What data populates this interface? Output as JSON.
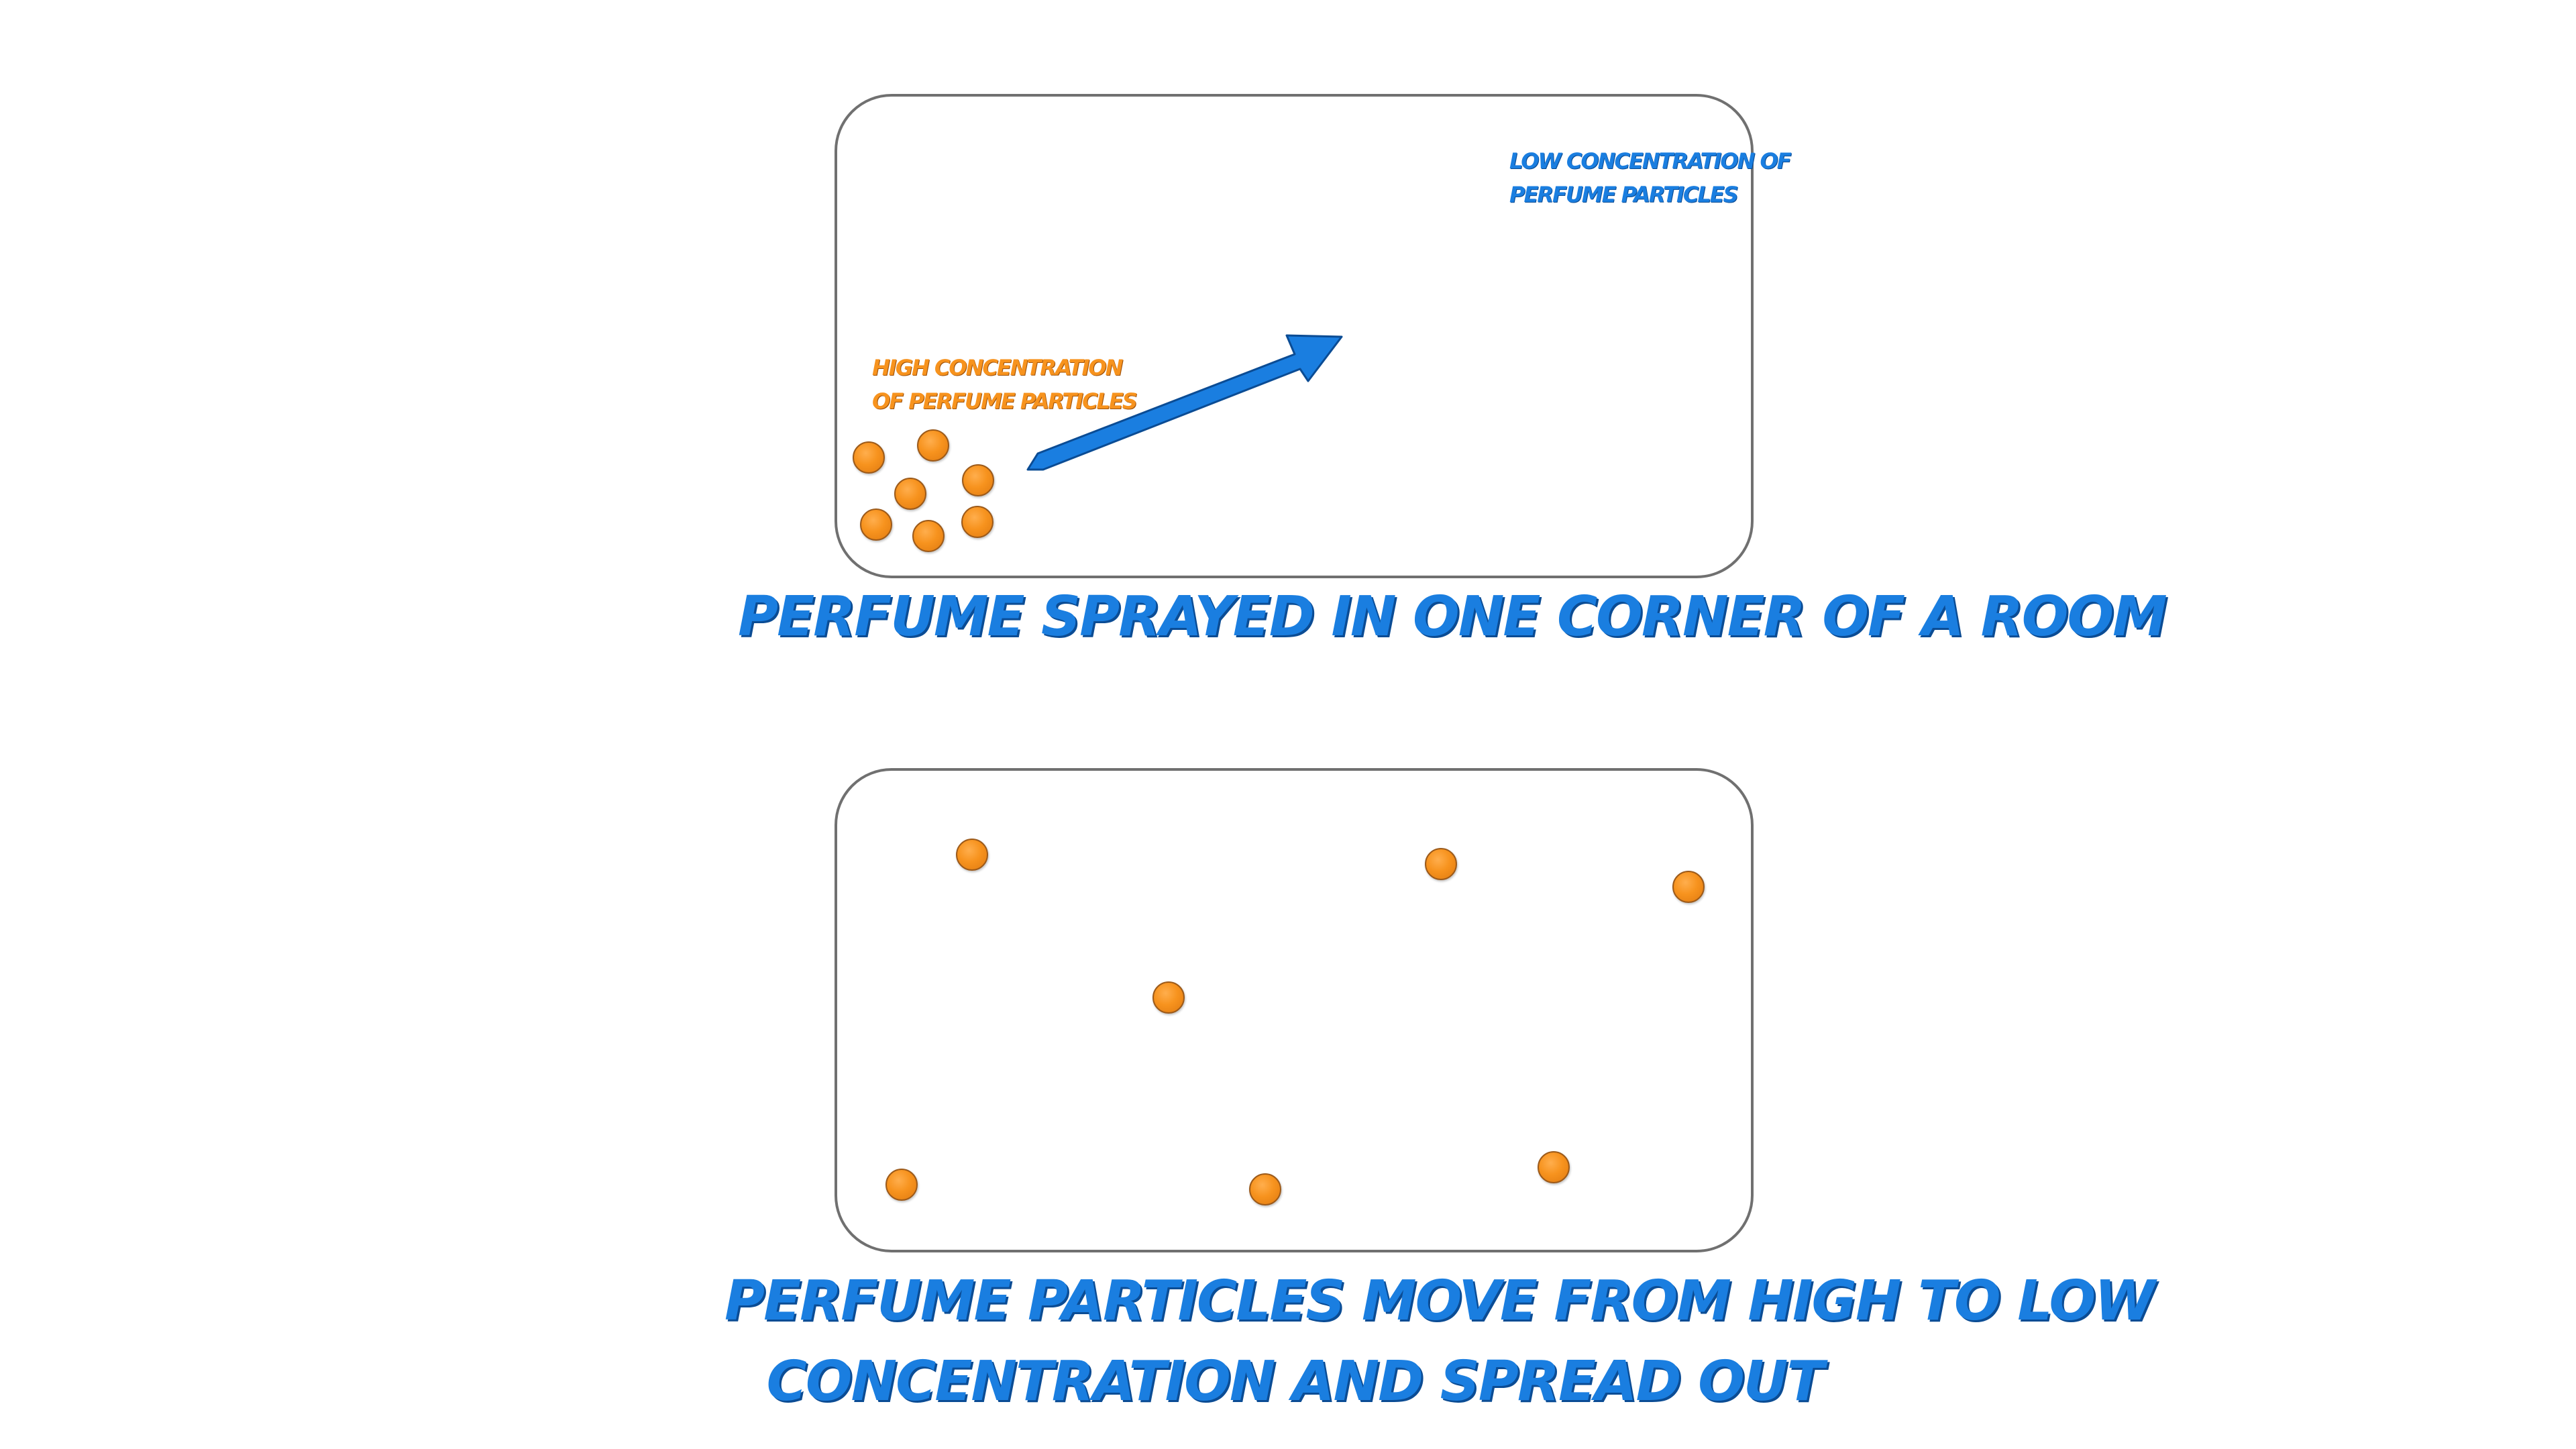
{
  "top_panel": {
    "label_low": [
      "Low concentration of",
      "perfume particles"
    ],
    "label_high": [
      "High concentration",
      "of perfume particles"
    ],
    "caption": "Perfume sprayed in one corner of a room"
  },
  "bottom_panel": {
    "caption": [
      "Perfume particles move from high to low",
      "concentration and spread out"
    ]
  },
  "colors": {
    "particle": "#f7931e",
    "arrow": "#1a7ee0",
    "caption_text": "#1a7ee0",
    "high_label_text": "#f7931e",
    "room_border": "#707070"
  },
  "icons": {
    "particle": "orange-circle",
    "direction": "blue-arrow"
  }
}
